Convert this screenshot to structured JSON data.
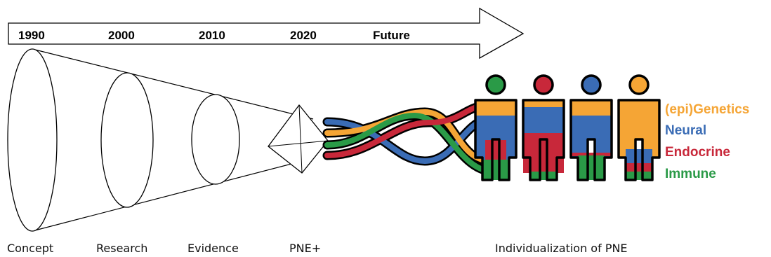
{
  "timeline": {
    "years": [
      "1990",
      "2000",
      "2010",
      "2020",
      "Future"
    ]
  },
  "stages": [
    "Concept",
    "Research",
    "Evidence",
    "PNE+",
    "Individualization of PNE"
  ],
  "legend": [
    {
      "label": "(epi)Genetics",
      "color": "#f5a535"
    },
    {
      "label": "Neural",
      "color": "#3a6cb5"
    },
    {
      "label": "Endocrine",
      "color": "#c8283a"
    },
    {
      "label": "Immune",
      "color": "#2a9a47"
    }
  ],
  "colors": {
    "orange": "#f5a535",
    "blue": "#3a6cb5",
    "red": "#c8283a",
    "green": "#2a9a47"
  }
}
